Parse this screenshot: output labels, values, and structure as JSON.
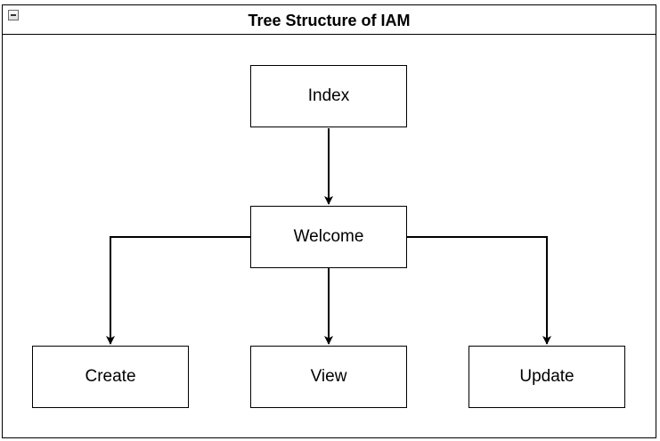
{
  "diagram": {
    "title": "Tree Structure of IAM",
    "collapse_icon": "minus-collapse-icon",
    "nodes": {
      "index": "Index",
      "welcome": "Welcome",
      "create": "Create",
      "view": "View",
      "update": "Update"
    },
    "edges": [
      {
        "from": "Index",
        "to": "Welcome"
      },
      {
        "from": "Welcome",
        "to": "Create"
      },
      {
        "from": "Welcome",
        "to": "View"
      },
      {
        "from": "Welcome",
        "to": "Update"
      }
    ]
  }
}
